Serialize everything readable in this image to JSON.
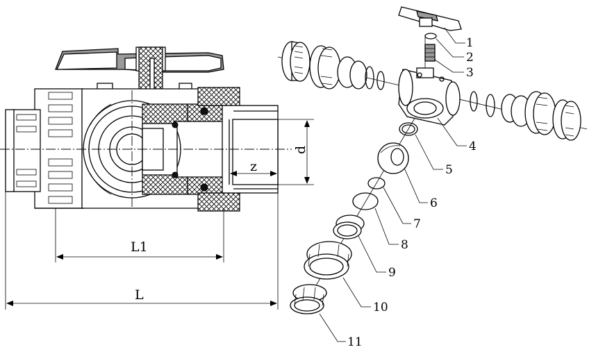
{
  "dimensions": {
    "L": "L",
    "L1": "L1",
    "z": "z",
    "d": "d"
  },
  "parts": [
    {
      "number": "1"
    },
    {
      "number": "2"
    },
    {
      "number": "3"
    },
    {
      "number": "4"
    },
    {
      "number": "5"
    },
    {
      "number": "6"
    },
    {
      "number": "7"
    },
    {
      "number": "8"
    },
    {
      "number": "9"
    },
    {
      "number": "10"
    },
    {
      "number": "11"
    }
  ]
}
